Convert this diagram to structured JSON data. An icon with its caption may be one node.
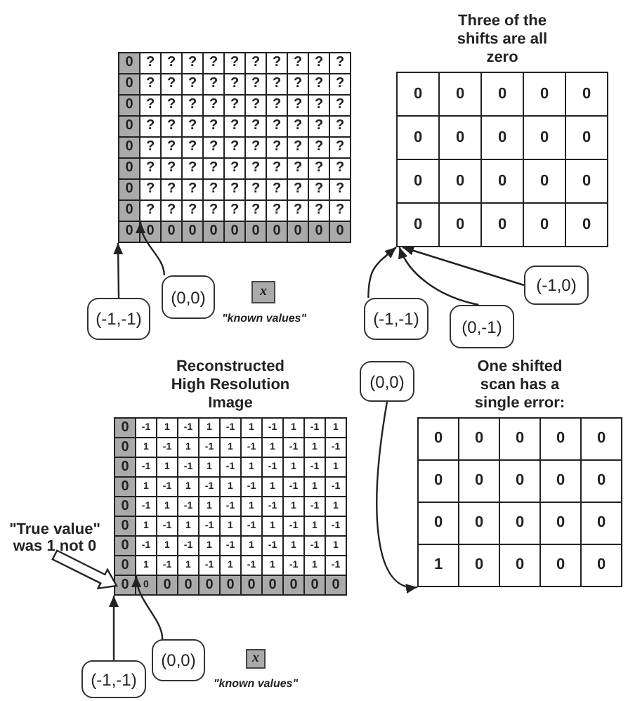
{
  "diagram": {
    "nodes": [
      {
        "text": [
          "0",
          "?",
          "?",
          "?",
          "?",
          "?",
          "?",
          "?",
          "?",
          "?",
          "?",
          "0",
          "?",
          "?",
          "?",
          "?",
          "?",
          "?",
          "?",
          "?",
          "?",
          "?",
          "0",
          "?",
          "?",
          "?",
          "?",
          "?",
          "?",
          "?",
          "?",
          "?",
          "?",
          "0",
          "?",
          "?",
          "?",
          "?",
          "?",
          "?",
          "?",
          "?",
          "?",
          "?",
          "0",
          "?",
          "?",
          "?",
          "?",
          "?",
          "?",
          "?",
          "?",
          "?",
          "?",
          "0",
          "?",
          "?",
          "?",
          "?",
          "?",
          "?",
          "?",
          "?",
          "?",
          "?",
          "0",
          "?",
          "?",
          "?",
          "?",
          "?",
          "?",
          "?",
          "?",
          "?",
          "?",
          "0",
          "?",
          "?",
          "?",
          "?",
          "?",
          "?",
          "?",
          "?",
          "?",
          "?",
          "0",
          "0",
          "0",
          "0",
          "0",
          "0",
          "0",
          "0",
          "0",
          "0",
          "0"
        ]
      },
      {
        "text": [
          "Three of the shifts are all zero",
          "0",
          "0",
          "0",
          "0",
          "0",
          "0",
          "0",
          "0",
          "0",
          "0",
          "0",
          "0",
          "0",
          "0",
          "0",
          "0",
          "0",
          "0",
          "0",
          "0"
        ]
      },
      {
        "text": [
          "(-1,-1)"
        ]
      },
      {
        "text": [
          "(0,0)"
        ]
      },
      {
        "text": [
          "(-1,0)"
        ]
      },
      {
        "text": [
          "(-1,-1)"
        ]
      },
      {
        "text": [
          "(0,-1)"
        ]
      },
      {
        "text": [
          "(0,0)"
        ]
      },
      {
        "text": [
          "Reconstructed High Resolution Image",
          "0",
          "-1",
          "1",
          "-1",
          "1",
          "-1",
          "1",
          "-1",
          "1",
          "-1",
          "1",
          "0",
          "1",
          "-1",
          "1",
          "-1",
          "1",
          "-1",
          "1",
          "-1",
          "1",
          "-1",
          "0",
          "-1",
          "1",
          "-1",
          "1",
          "-1",
          "1",
          "-1",
          "1",
          "-1",
          "1",
          "0",
          "1",
          "-1",
          "1",
          "-1",
          "1",
          "-1",
          "1",
          "-1",
          "1",
          "-1",
          "0",
          "-1",
          "1",
          "-1",
          "1",
          "-1",
          "1",
          "-1",
          "1",
          "-1",
          "1",
          "0",
          "1",
          "-1",
          "1",
          "-1",
          "1",
          "-1",
          "1",
          "-1",
          "1",
          "-1",
          "0",
          "-1",
          "1",
          "-1",
          "1",
          "-1",
          "1",
          "-1",
          "1",
          "-1",
          "1",
          "0",
          "1",
          "-1",
          "1",
          "-1",
          "1",
          "-1",
          "1",
          "-1",
          "1",
          "-1",
          "0",
          "0",
          "0",
          "0",
          "0",
          "0",
          "0",
          "0",
          "0",
          "0",
          "0"
        ]
      },
      {
        "text": [
          "One shifted scan has a single error:",
          "0",
          "0",
          "0",
          "0",
          "0",
          "0",
          "0",
          "0",
          "0",
          "0",
          "0",
          "0",
          "0",
          "0",
          "0",
          "1",
          "0",
          "0",
          "0",
          "0"
        ]
      },
      {
        "text": [
          "\"True value\" was 1 not 0"
        ]
      },
      {
        "text": [
          "(0,0)"
        ]
      },
      {
        "text": [
          "(-1,-1)"
        ]
      }
    ],
    "edges": [
      {
        "from": 2,
        "to": 0,
        "arrow": "to"
      },
      {
        "from": 3,
        "to": 0,
        "arrow": "to"
      },
      {
        "from": 4,
        "to": 1,
        "arrow": "to"
      },
      {
        "from": 5,
        "to": 1,
        "arrow": "to"
      },
      {
        "from": 6,
        "to": 1,
        "arrow": "to"
      },
      {
        "from": 7,
        "to": 9,
        "arrow": "to"
      },
      {
        "from": 10,
        "to": 8,
        "arrow": "to",
        "style": "thick"
      },
      {
        "from": 11,
        "to": 8,
        "arrow": "to"
      },
      {
        "from": 12,
        "to": 8,
        "arrow": "to"
      }
    ],
    "labels": [
      "x",
      "x"
    ],
    "legend": [
      {
        "text": "\"known values\"",
        "color": "#aaaaaa"
      },
      {
        "text": "\"known values\"",
        "color": "#aaaaaa"
      }
    ]
  }
}
